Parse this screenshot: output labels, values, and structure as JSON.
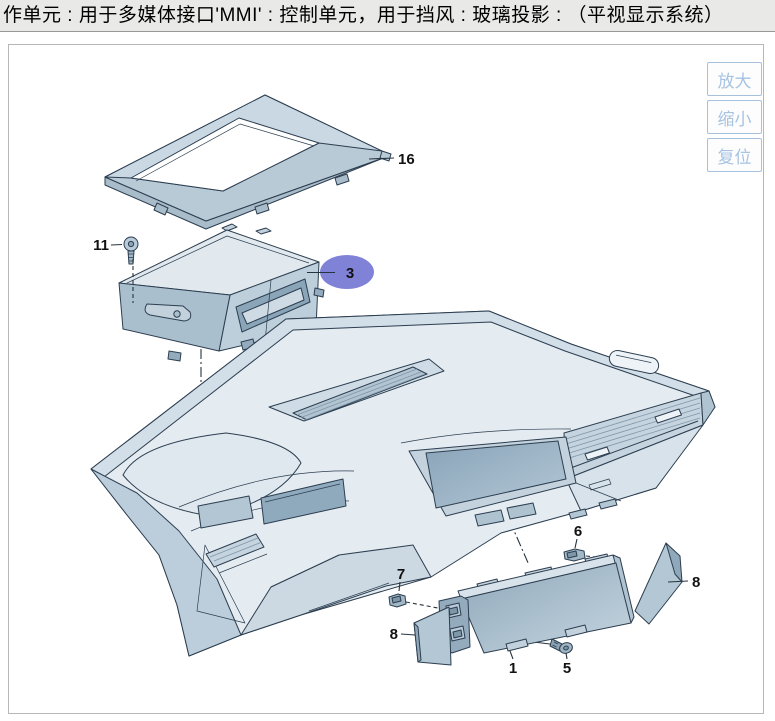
{
  "header": {
    "title": "作单元 : 用于多媒体接口'MMI' : 控制单元，用于挡风 : 玻璃投影 : （平视显示系统）"
  },
  "toolbar": {
    "zoom_in": "放大",
    "zoom_out": "缩小",
    "reset": "复位"
  },
  "diagram": {
    "selected_part": "3",
    "highlight_color": "#8082d7",
    "callouts": [
      {
        "label": "16"
      },
      {
        "label": "11"
      },
      {
        "label": "3"
      },
      {
        "label": "6"
      },
      {
        "label": "7"
      },
      {
        "label": "8"
      },
      {
        "label": "8"
      },
      {
        "label": "1"
      },
      {
        "label": "5"
      }
    ]
  }
}
